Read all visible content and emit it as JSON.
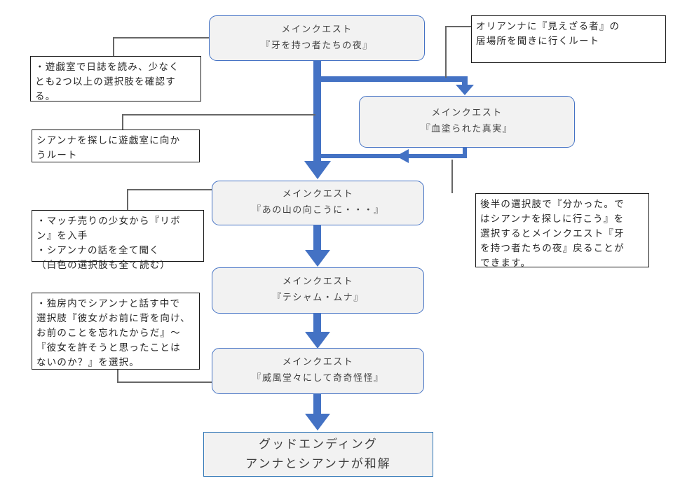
{
  "flowchart": {
    "quests": {
      "q1": {
        "line1": "メインクエスト",
        "line2": "『牙を持つ者たちの夜』"
      },
      "q2": {
        "line1": "メインクエスト",
        "line2": "『血塗られた真実』"
      },
      "q3": {
        "line1": "メインクエスト",
        "line2": "『あの山の向こうに・・・』"
      },
      "q4": {
        "line1": "メインクエスト",
        "line2": "『テシャム・ムナ』"
      },
      "q5": {
        "line1": "メインクエスト",
        "line2": "『威風堂々にして奇奇怪怪』"
      },
      "ending": {
        "line1": "グッドエンディング",
        "line2": "アンナとシアンナが和解"
      }
    },
    "notes": {
      "playroom": "・遊戯室で日誌を読み、少なく\nとも2つ以上の選択肢を確認する。",
      "sianna_route": "シアンナを探しに遊戯室に向か\nうルート",
      "orianna": "オリアンナに『見えざる者』の\n居場所を聞きに行くルート",
      "match_girl": "・マッチ売りの少女から『リボ\nン』を入手\n・シアンナの話を全て聞く\n（白色の選択肢も全て読む）",
      "latter_choice": "後半の選択肢で『分かった。で\nはシアンナを探しに行こう』を\n選択するとメインクエスト『牙\nを持つ者たちの夜』戻ることが\nできます。",
      "cell": "・独房内でシアンナと話す中で\n選択肢『彼女がお前に背を向け、\nお前のことを忘れたからだ』～\n『彼女を許そうと思ったことは\nないのか？』を選択。"
    },
    "colors": {
      "accent_blue": "#4472C4",
      "ending_border": "#2E75B6",
      "note_border": "#000000",
      "connector_gray": "#666666",
      "box_fill": "#F2F2F2"
    }
  }
}
